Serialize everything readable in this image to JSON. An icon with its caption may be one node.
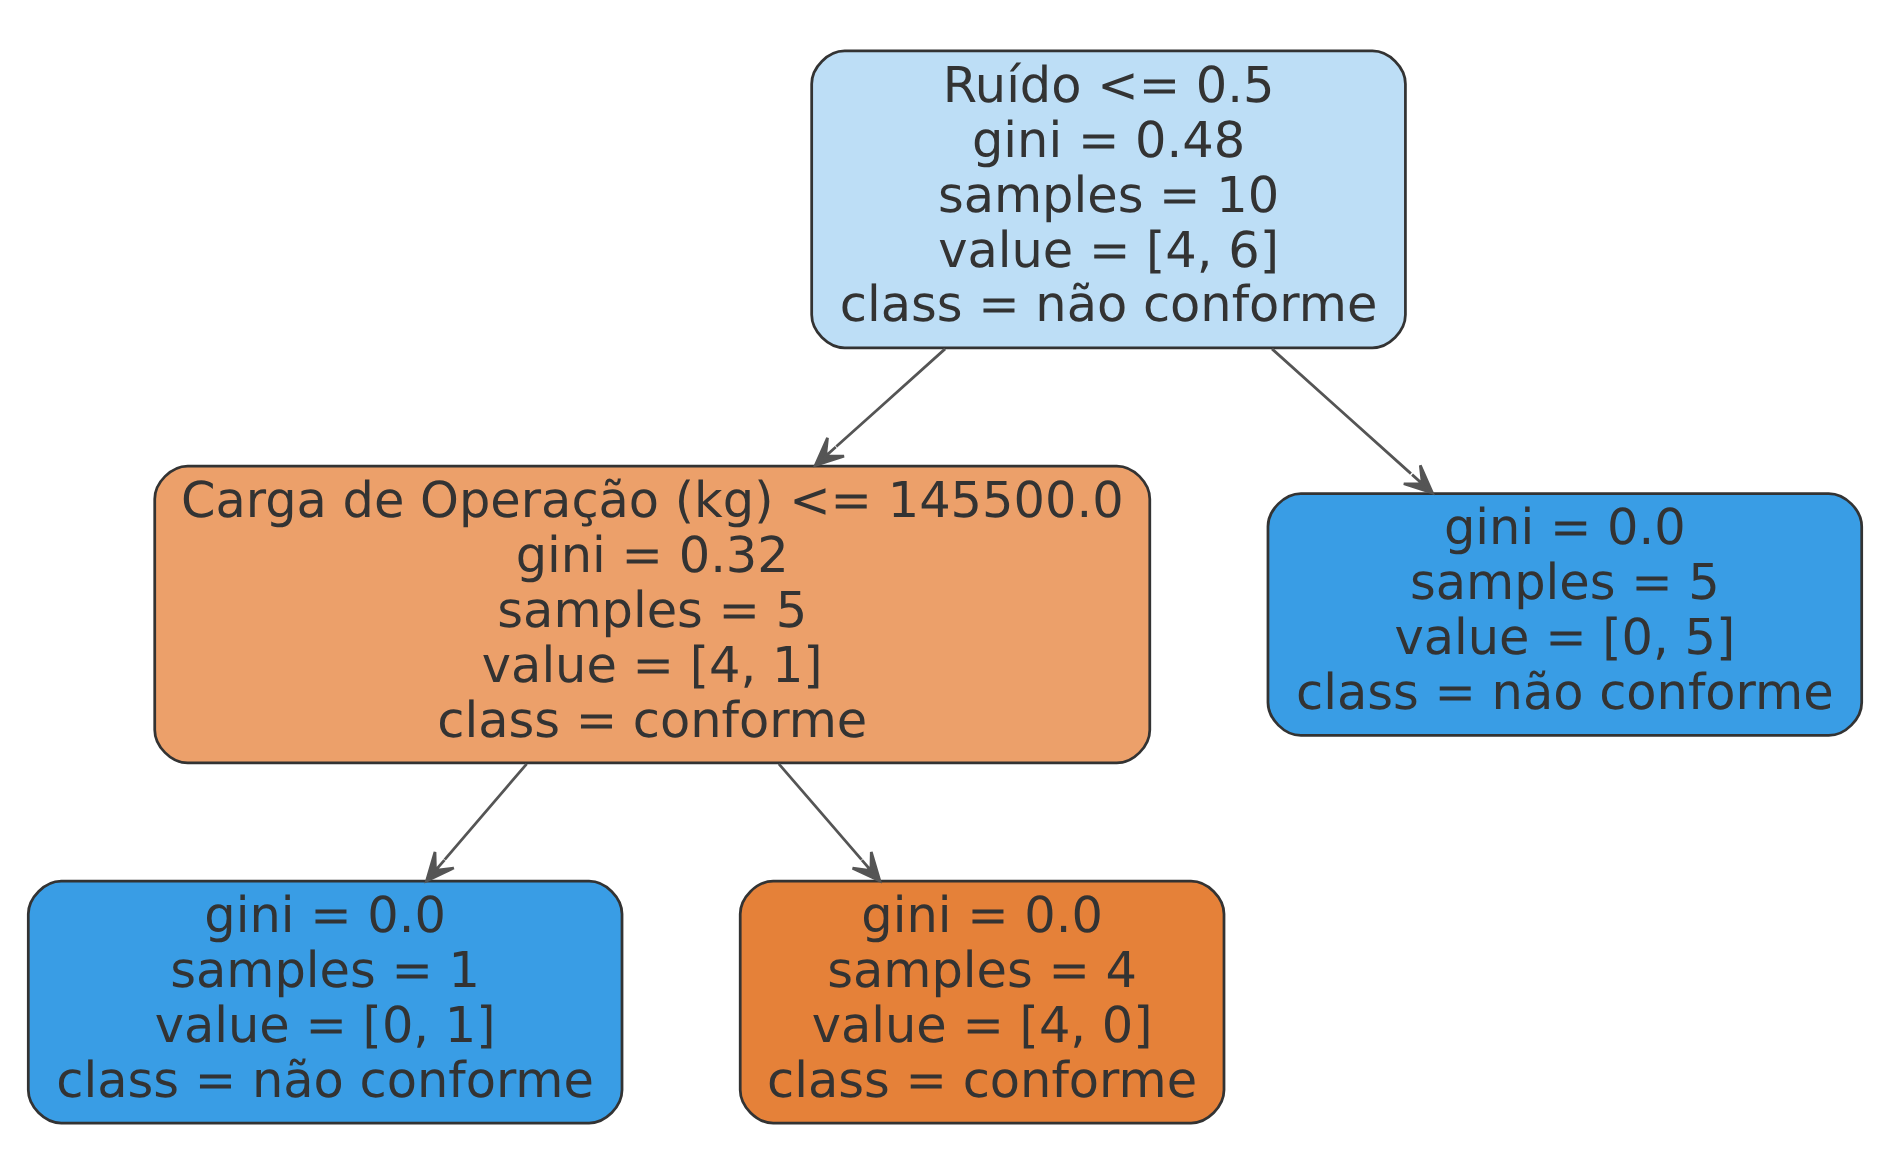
{
  "diagram": {
    "nodes": [
      {
        "text": [
          "Ruído <= 0.5",
          "gini = 0.48",
          "samples = 10",
          "value = [4, 6]",
          "class = não conforme"
        ]
      },
      {
        "text": [
          "Carga de Operação (kg) <= 145500.0",
          "gini = 0.32",
          "samples = 5",
          "value = [4, 1]",
          "class = conforme"
        ]
      },
      {
        "text": [
          "gini = 0.0",
          "samples = 5",
          "value = [0, 5]",
          "class = não conforme"
        ]
      },
      {
        "text": [
          "gini = 0.0",
          "samples = 1",
          "value = [0, 1]",
          "class = não conforme"
        ]
      },
      {
        "text": [
          "gini = 0.0",
          "samples = 4",
          "value = [4, 0]",
          "class = conforme"
        ]
      }
    ],
    "edges": [
      {
        "from": 0,
        "to": 1,
        "arrow": "to"
      },
      {
        "from": 0,
        "to": 2,
        "arrow": "to"
      },
      {
        "from": 1,
        "to": 3,
        "arrow": "to"
      },
      {
        "from": 1,
        "to": 4,
        "arrow": "to"
      }
    ]
  }
}
